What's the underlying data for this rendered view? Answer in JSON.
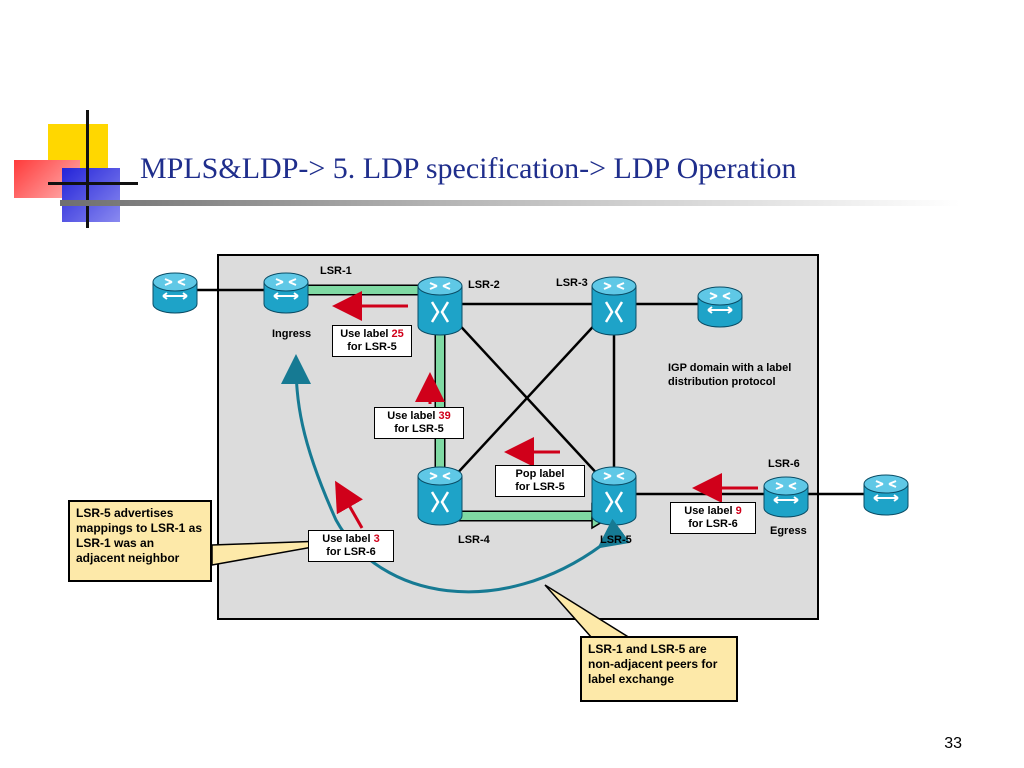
{
  "slide": {
    "title": "MPLS&LDP-> 5. LDP specification-> LDP Operation",
    "page_number": "33"
  },
  "diagram": {
    "nodes": {
      "lsr1": "LSR-1",
      "ingress": "Ingress",
      "lsr2": "LSR-2",
      "lsr3": "LSR-3",
      "lsr4": "LSR-4",
      "lsr5": "LSR-5",
      "lsr6": "LSR-6",
      "egress": "Egress"
    },
    "igp_note": "IGP domain with a label distribution protocol",
    "messages": {
      "m25": {
        "pre": "Use label ",
        "label": "25",
        "post": "for  LSR-5"
      },
      "m39": {
        "pre": "Use label ",
        "label": "39",
        "post": "for LSR-5"
      },
      "pop": {
        "line1": "Pop label",
        "line2": "for LSR-5"
      },
      "m3": {
        "pre": "Use label ",
        "label": "3",
        "post": "for LSR-6"
      },
      "m9": {
        "pre": "Use label ",
        "label": "9",
        "post": "for LSR-6"
      }
    },
    "callouts": {
      "left": "LSR-5 advertises mappings to LSR-1 as LSR-1 was an adjacent neighbor",
      "bottom": "LSR-1 and LSR-5 are non-adjacent peers for label exchange"
    },
    "colors": {
      "router_fill": "#1ea3c8",
      "path": "#7fd9a3",
      "arrow_red": "#d0001a",
      "curve": "#167a93",
      "callout_fill": "#fde9a9",
      "panel": "#dcdcdc"
    }
  }
}
